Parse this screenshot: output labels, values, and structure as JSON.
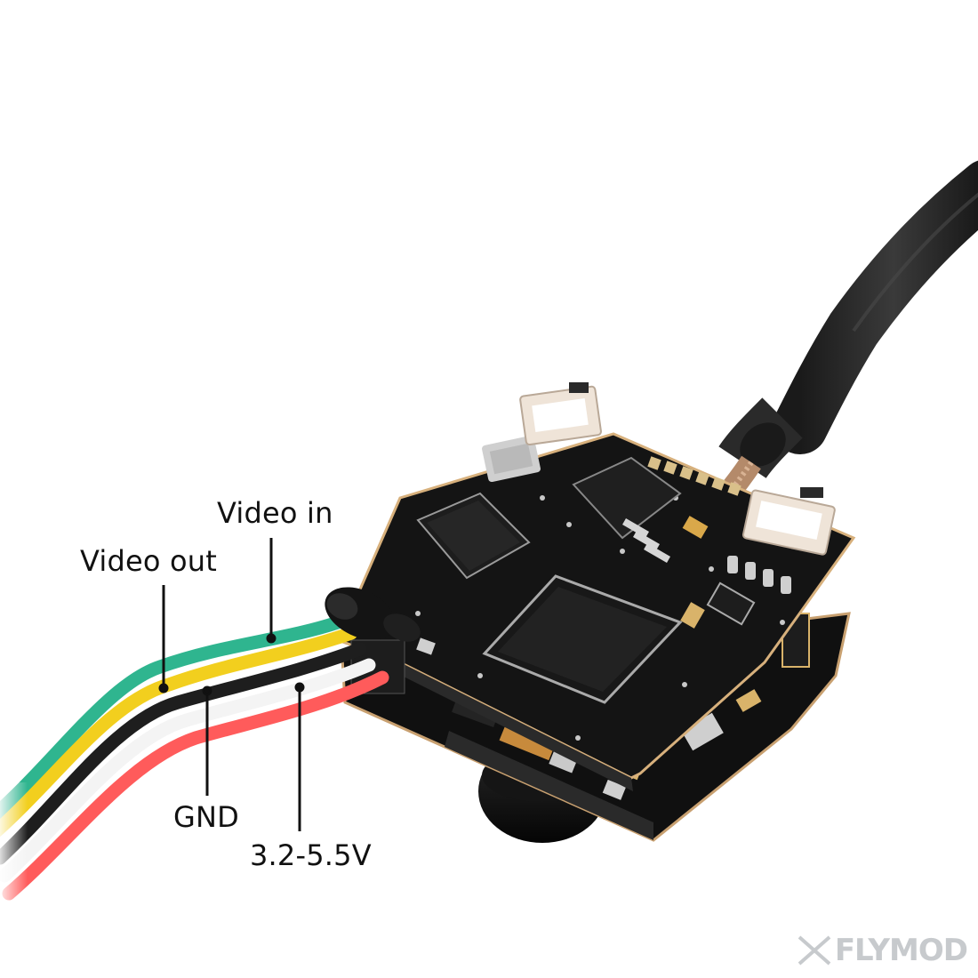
{
  "labels": {
    "video_in": "Video in",
    "video_out": "Video out",
    "gnd": "GND",
    "power": "3.2-5.5V"
  },
  "wires": {
    "video_in_color": "#2fb58f",
    "video_out_color": "#f2cf1e",
    "gnd_color": "#1e1e1e",
    "power_color": "#ff5b5b",
    "white_color": "#f4f4f4"
  },
  "watermark": {
    "text": "FLYMOD",
    "color": "#9aa0a6"
  },
  "colors": {
    "pcb": "#141414",
    "chip": "#1c1c1c",
    "cable": "#262626",
    "coax_braid": "#b48a6a",
    "background": "#ffffff"
  }
}
